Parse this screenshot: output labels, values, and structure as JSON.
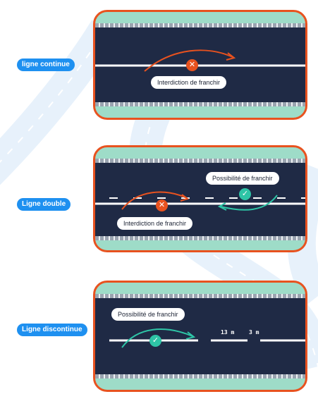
{
  "colors": {
    "panel_border": "#e8521f",
    "verge": "#9edcc8",
    "road": "#1f2a45",
    "forbidden": "#e8521f",
    "allowed": "#2ec4a6",
    "label_blue": "#1e90f0",
    "background_road": "#e7f1fb"
  },
  "sections": [
    {
      "label": "ligne continue",
      "line_type": "continuous",
      "forbidden_text": "Interdiction de franchir",
      "forbidden_icon": "cross-icon"
    },
    {
      "label": "Ligne double",
      "line_type": "double",
      "allowed_text": "Possibilité de franchir",
      "forbidden_text": "Interdiction de franchir",
      "forbidden_icon": "cross-icon",
      "allowed_icon": "check-icon"
    },
    {
      "label": "Ligne discontinue",
      "line_type": "dashed",
      "allowed_text": "Possibilité de franchir",
      "allowed_icon": "check-icon",
      "dash_length": "13 m",
      "gap_length": "3 m"
    }
  ]
}
